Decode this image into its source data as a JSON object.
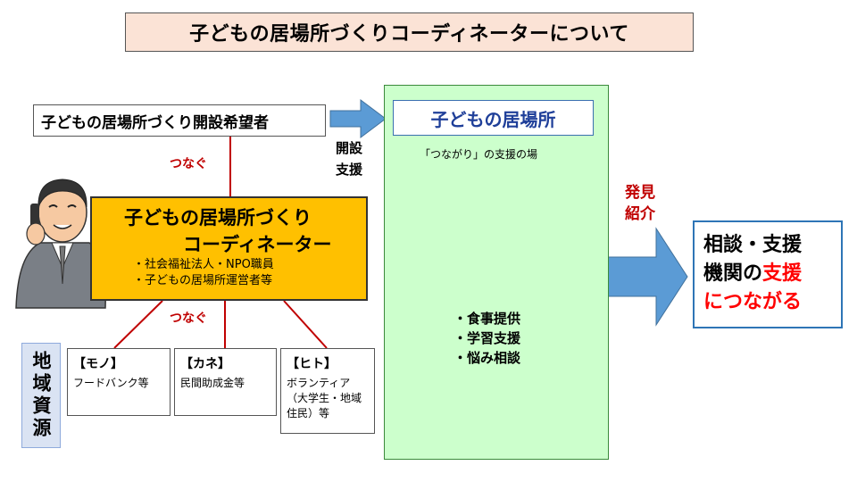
{
  "title": "子どもの居場所づくりコーディネーターについて",
  "applicant": "子どもの居場所づくり開設希望者",
  "connect_label_top": "つなぐ",
  "connect_label_bottom": "つなぐ",
  "opening_support": [
    "開設",
    "支援"
  ],
  "coordinator": {
    "title_line1": "子どもの居場所づくり",
    "title_line2": "コーディネーター",
    "members": [
      "・社会福祉法人・NPO職員",
      "・子どもの居場所運営者等"
    ]
  },
  "local_resources": {
    "label": "地域資源",
    "items": [
      {
        "heading": "【モノ】",
        "body": "フードバンク等"
      },
      {
        "heading": "【カネ】",
        "body": "民間助成金等"
      },
      {
        "heading": "【ヒト】",
        "body": "ボランティア（大学生・地域住民）等"
      }
    ]
  },
  "children_place": {
    "title": "子どもの居場所",
    "subtitle": "「つながり」の支援の場",
    "supports": [
      "・食事提供",
      "・学習支援",
      "・悩み相談"
    ]
  },
  "discovery_referral": [
    "発見",
    "紹介"
  ],
  "agency": {
    "line1": "相談・支援",
    "line2_black": "機関の",
    "line2_red": "支援",
    "line3": "につながる"
  },
  "colors": {
    "coordinator_fill": "#ffc000",
    "place_panel_fill": "#ccffcc",
    "arrow_fill": "#5b9bd5",
    "accent_red": "#c00000",
    "resource_label_fill": "#dae3f3",
    "title_fill": "#fbe3d6"
  }
}
